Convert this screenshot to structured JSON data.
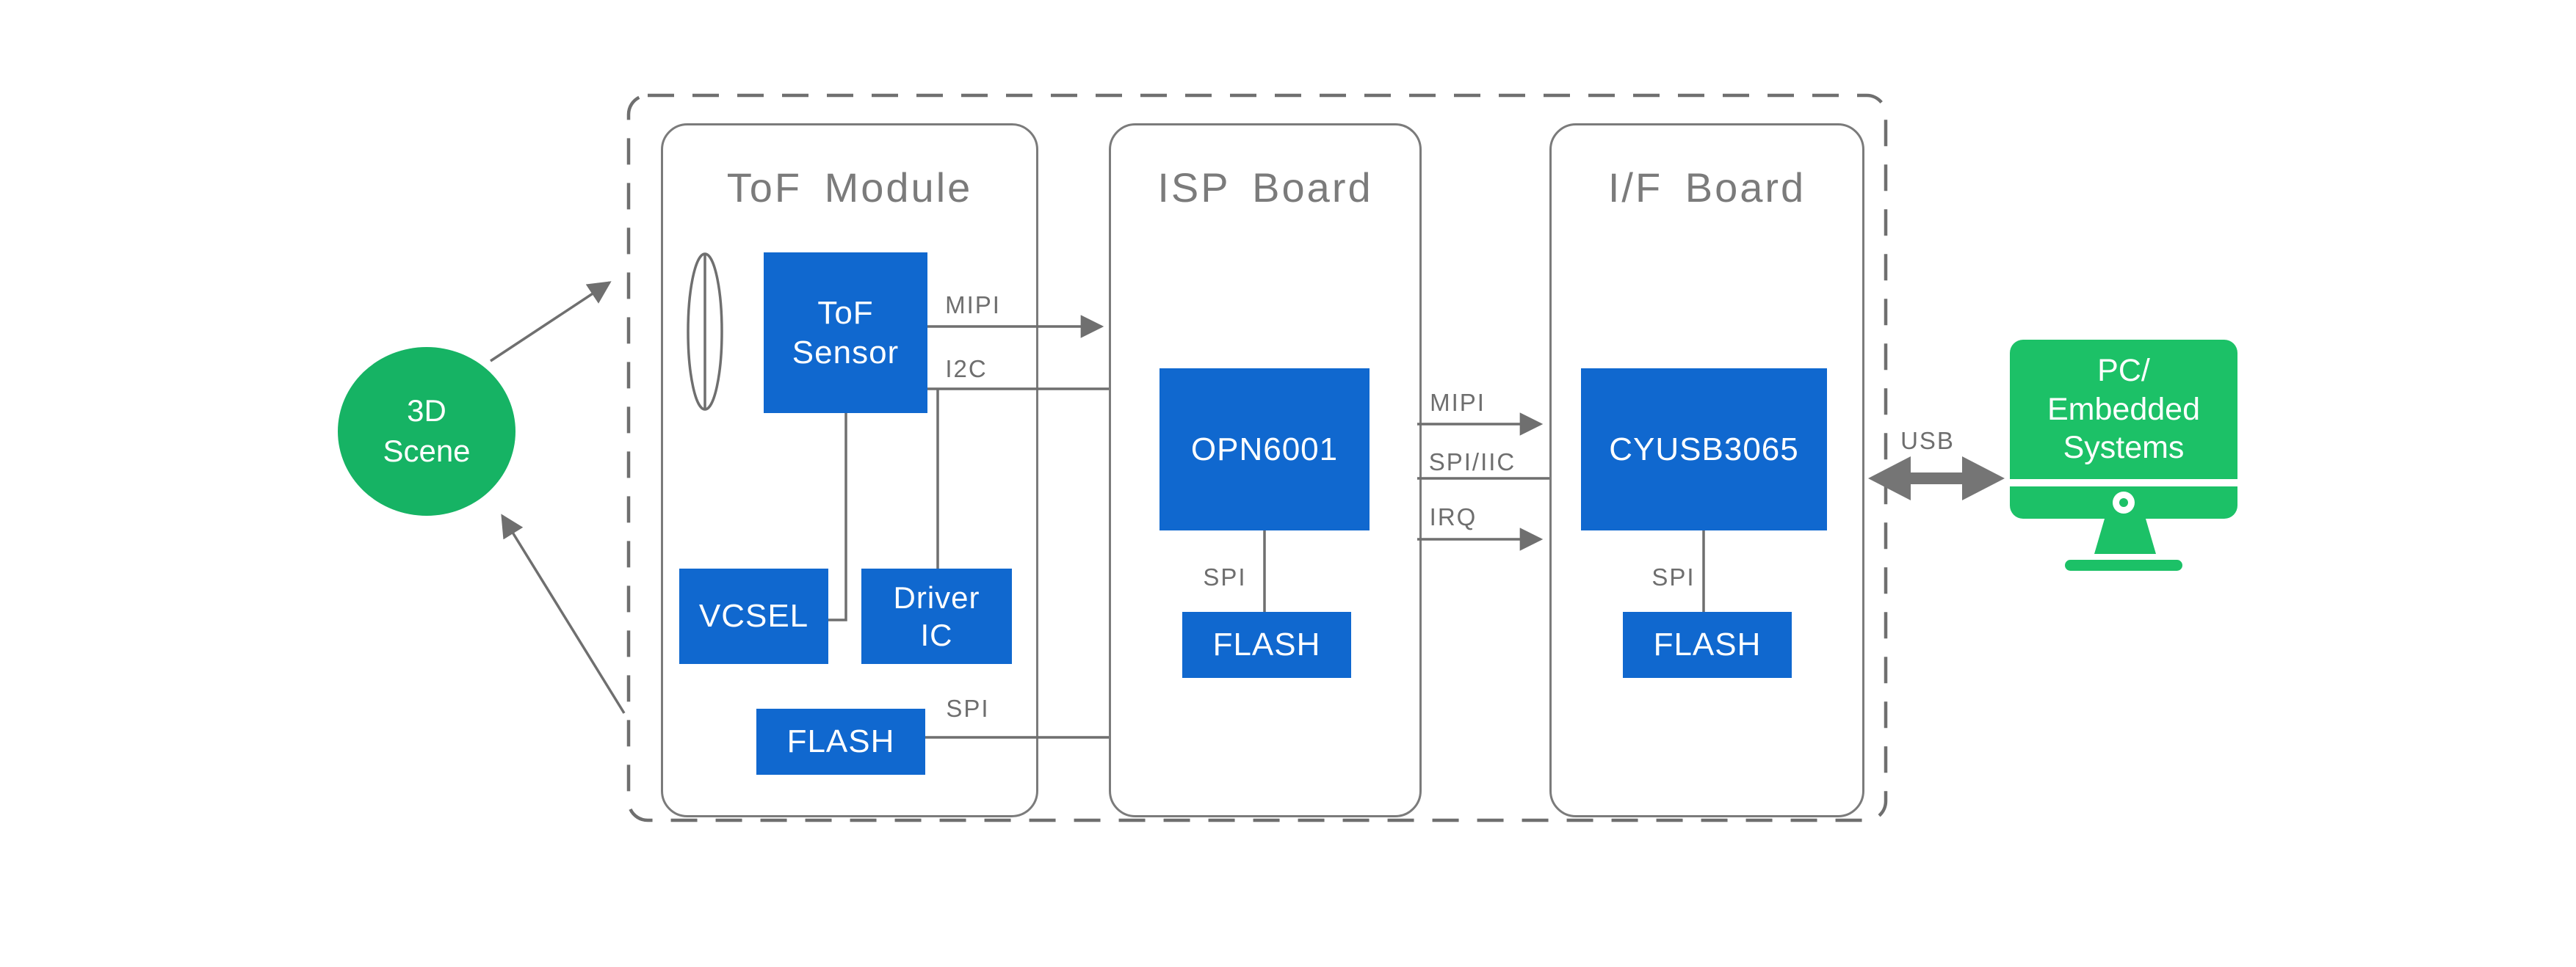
{
  "colors": {
    "blue": "#1068cf",
    "scene_green": "#16b364",
    "pc_green": "#1cc167",
    "line_gray": "#6f6f6f",
    "border_gray": "#7b7b7b",
    "label_gray": "#6e6e6e",
    "usb_gray": "#757575"
  },
  "scene": {
    "label": "3D\nScene"
  },
  "system": {
    "tof_module": {
      "title": "ToF Module",
      "sensor_label": "ToF\nSensor",
      "vcsel_label": "VCSEL",
      "driver_ic_label": "Driver\nIC",
      "flash_label": "FLASH"
    },
    "isp_board": {
      "title": "ISP Board",
      "chip_label": "OPN6001",
      "flash_label": "FLASH"
    },
    "if_board": {
      "title": "I/F Board",
      "chip_label": "CYUSB3065",
      "flash_label": "FLASH"
    }
  },
  "connections": {
    "mipi_sensor_isp": "MIPI",
    "i2c": "I2C",
    "spi_flash_isp": "SPI",
    "spi_isp_internal": "SPI",
    "mipi_isp_if": "MIPI",
    "spi_iic": "SPI/IIC",
    "irq": "IRQ",
    "spi_if_internal": "SPI",
    "usb": "USB"
  },
  "pc": {
    "label": "PC/\nEmbedded\nSystems"
  }
}
